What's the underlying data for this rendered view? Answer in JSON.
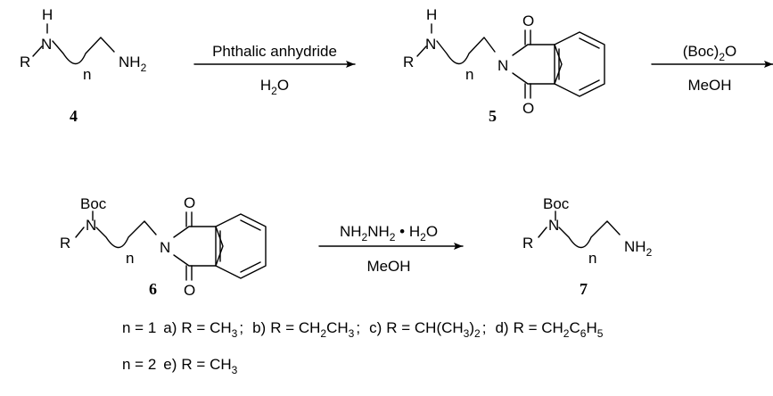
{
  "compounds": {
    "c4": {
      "number": "4",
      "atoms": {
        "h": "H",
        "r": "R",
        "n": "N",
        "nh": "NH",
        "nh_sub": "2",
        "index": "n"
      }
    },
    "c5": {
      "number": "5",
      "atoms": {
        "h": "H",
        "r": "R",
        "n": "N",
        "n_imide": "N",
        "index": "n",
        "o_top": "O",
        "o_bottom": "O"
      }
    },
    "c6": {
      "number": "6",
      "atoms": {
        "boc": "Boc",
        "r": "R",
        "n": "N",
        "n_imide": "N",
        "index": "n",
        "o_top": "O",
        "o_bottom": "O"
      }
    },
    "c7": {
      "number": "7",
      "atoms": {
        "boc": "Boc",
        "r": "R",
        "n": "N",
        "nh": "NH",
        "nh_sub": "2",
        "index": "n"
      }
    }
  },
  "arrows": [
    {
      "above": "Phthalic anhydride",
      "below": "H2O",
      "above_parts": [
        "Phthalic anhydride"
      ],
      "below_parts": [
        "H",
        "2",
        "O"
      ]
    },
    {
      "above": "(Boc)2O",
      "below": "MeOH",
      "above_parts": [
        "(Boc)",
        "2",
        "O"
      ],
      "below_parts": [
        "MeOH"
      ]
    },
    {
      "above": "NH2NH2•H2O",
      "below": "MeOH",
      "above_parts": [
        "NH",
        "2",
        "NH",
        "2",
        " • ",
        "H",
        "2",
        "O"
      ],
      "below_parts": [
        "MeOH"
      ]
    }
  ],
  "legend": [
    {
      "n": "n = 1",
      "items": [
        {
          "tag": "a)",
          "r": "R = CH3",
          "parts": [
            "R = CH",
            "3"
          ]
        },
        {
          "tag": "b)",
          "r": "R = CH2CH3",
          "parts": [
            "R = CH",
            "2",
            "CH",
            "3"
          ]
        },
        {
          "tag": "c)",
          "r": "R = CH(CH3)2",
          "parts": [
            "R = CH(CH",
            "3",
            ")",
            "2"
          ]
        },
        {
          "tag": "d)",
          "r": "R = CH2C6H5",
          "parts": [
            "R = CH",
            "2",
            "C",
            "6",
            "H",
            "5"
          ]
        }
      ]
    },
    {
      "n": "n = 2",
      "items": [
        {
          "tag": "e)",
          "r": "R = CH3",
          "parts": [
            "R = CH",
            "3"
          ]
        }
      ]
    }
  ],
  "separator": ";"
}
